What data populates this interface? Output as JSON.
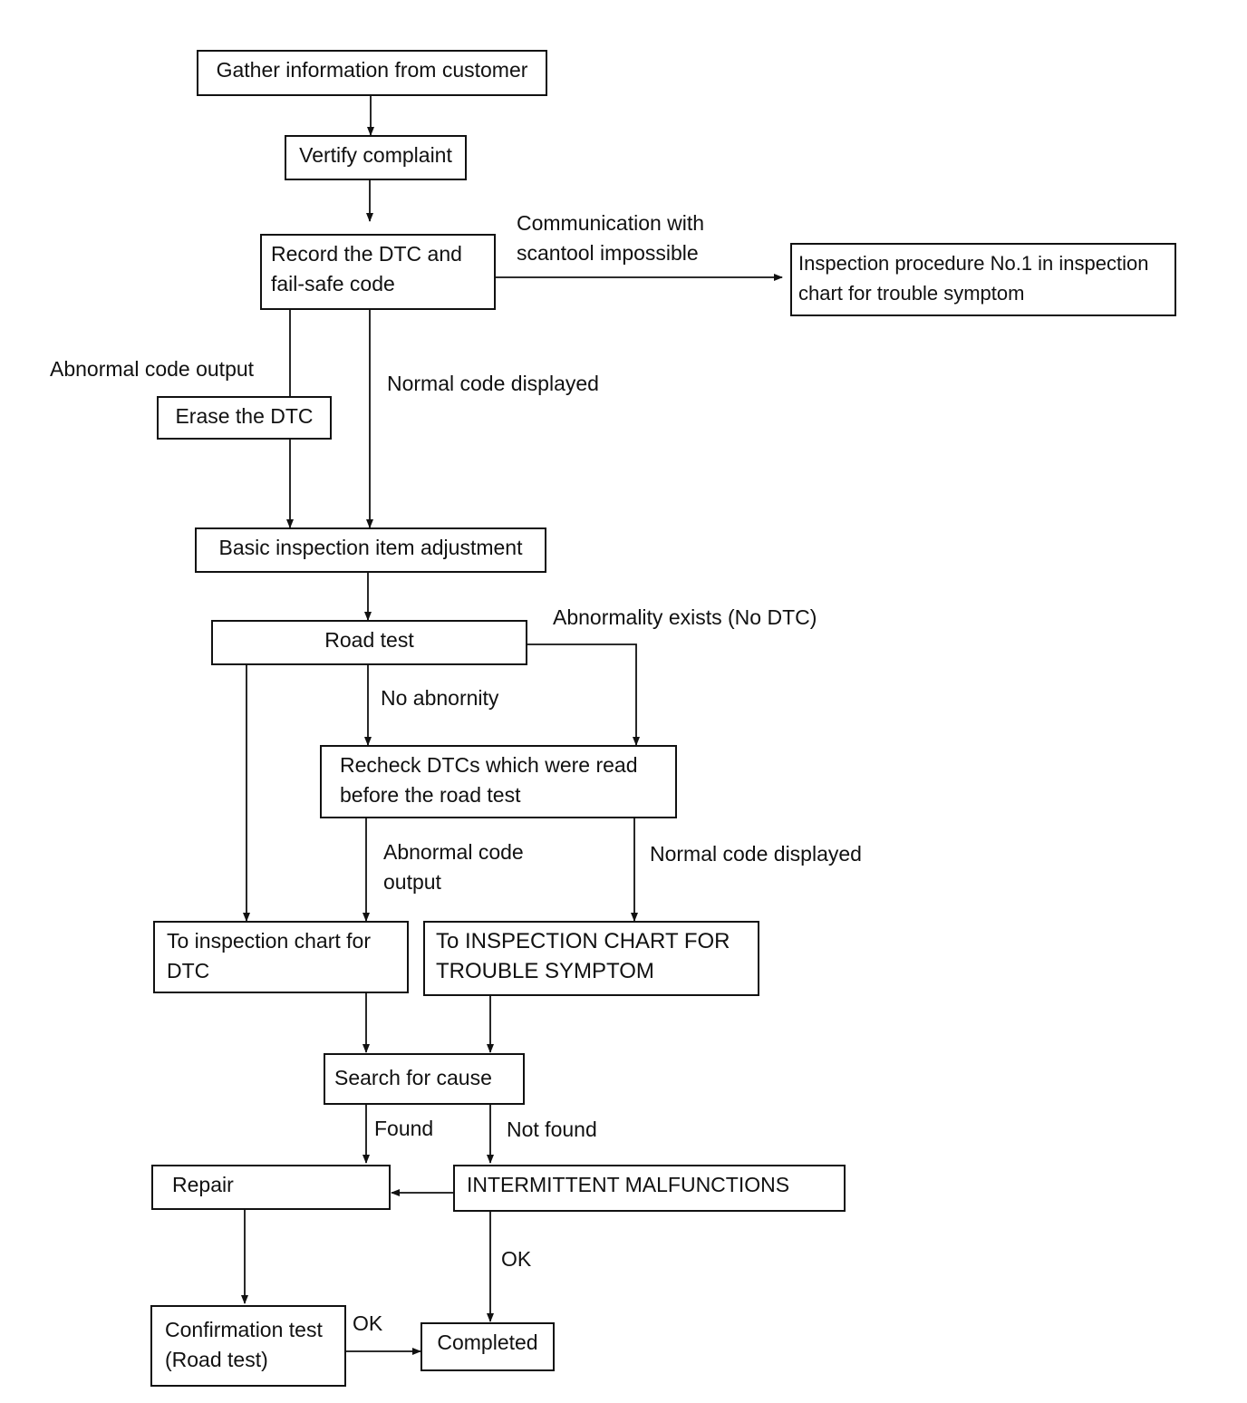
{
  "nodes": {
    "gather": "Gather information from customer",
    "verify": "Vertify complaint",
    "record": [
      "Record the DTC and",
      "fail-safe code"
    ],
    "inspection_proc": [
      "Inspection procedure No.1 in inspection",
      "chart for trouble symptom"
    ],
    "erase": "Erase the DTC",
    "basic": "Basic inspection item adjustment",
    "road_test": "Road test",
    "recheck": [
      "Recheck DTCs which were read",
      "before the road test"
    ],
    "chart_dtc": [
      "To inspection chart for",
      "DTC"
    ],
    "chart_symptom": [
      "To INSPECTION CHART FOR",
      "TROUBLE SYMPTOM"
    ],
    "search": "Search for cause",
    "repair": "Repair",
    "intermittent": "INTERMITTENT MALFUNCTIONS",
    "confirm": [
      "Confirmation test",
      "(Road test)"
    ],
    "completed": "Completed"
  },
  "labels": {
    "comm": [
      "Communication with",
      "scantool impossible"
    ],
    "abnormal_1": "Abnormal code output",
    "normal_1": "Normal code displayed",
    "abnormality": "Abnormality exists (No DTC)",
    "no_abn": "No abnornity",
    "abnormal_2": [
      "Abnormal code",
      "output"
    ],
    "normal_2": "Normal code displayed",
    "found": "Found",
    "not_found": "Not found",
    "ok_1": "OK",
    "ok_2": "OK"
  }
}
